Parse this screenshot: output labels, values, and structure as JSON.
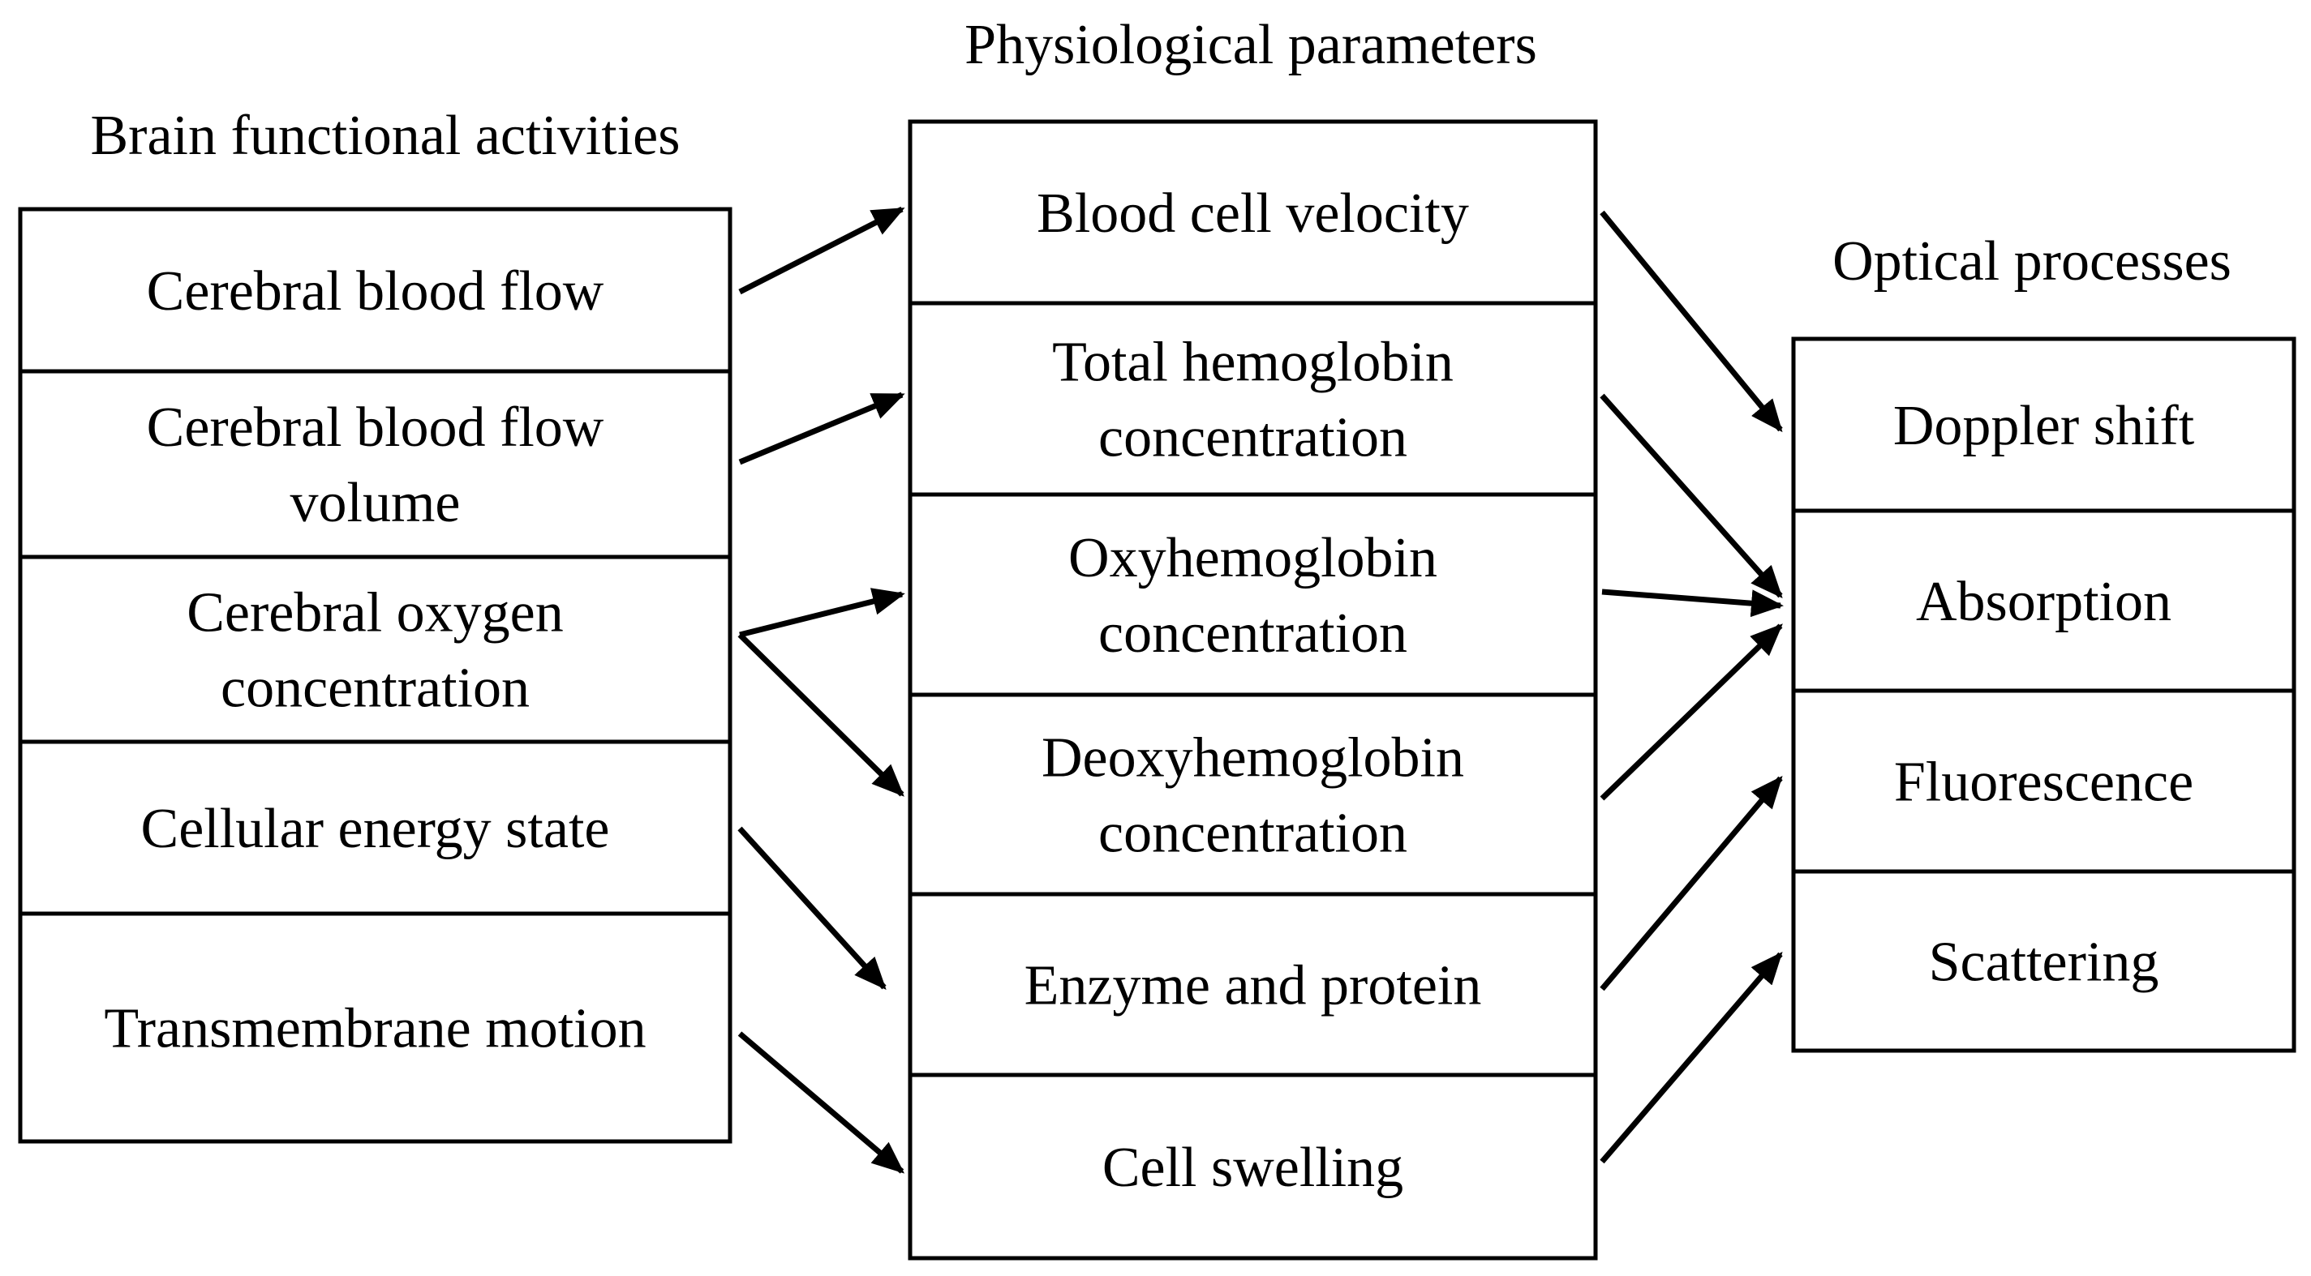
{
  "headings": {
    "left": "Brain functional activities",
    "middle": "Physiological parameters",
    "right": "Optical processes"
  },
  "brain_activities": [
    {
      "lines": [
        "Cerebral  blood  flow"
      ]
    },
    {
      "lines": [
        "Cerebral  blood  flow",
        "volume"
      ]
    },
    {
      "lines": [
        "Cerebral  oxygen",
        "concentration"
      ]
    },
    {
      "lines": [
        "Cellular energy  state"
      ]
    },
    {
      "lines": [
        "Transmembrane  motion"
      ]
    }
  ],
  "physiological_parameters": [
    {
      "lines": [
        "Blood cell velocity"
      ]
    },
    {
      "lines": [
        "Total hemoglobin",
        "concentration"
      ]
    },
    {
      "lines": [
        "Oxyhemoglobin",
        "concentration"
      ]
    },
    {
      "lines": [
        "Deoxyhemoglobin",
        "concentration"
      ]
    },
    {
      "lines": [
        "Enzyme  and protein"
      ]
    },
    {
      "lines": [
        "Cell swelling"
      ]
    }
  ],
  "optical_processes": [
    {
      "lines": [
        "Doppler shift"
      ]
    },
    {
      "lines": [
        "Absorption"
      ]
    },
    {
      "lines": [
        "Fluorescence"
      ]
    },
    {
      "lines": [
        "Scattering"
      ]
    }
  ],
  "connections": [
    {
      "from": "brain_activities.0",
      "to": "physiological_parameters.0"
    },
    {
      "from": "brain_activities.1",
      "to": "physiological_parameters.1"
    },
    {
      "from": "brain_activities.2",
      "to": "physiological_parameters.2"
    },
    {
      "from": "brain_activities.2",
      "to": "physiological_parameters.3"
    },
    {
      "from": "brain_activities.3",
      "to": "physiological_parameters.4"
    },
    {
      "from": "brain_activities.4",
      "to": "physiological_parameters.5"
    },
    {
      "from": "physiological_parameters.0",
      "to": "optical_processes.0"
    },
    {
      "from": "physiological_parameters.1",
      "to": "optical_processes.1"
    },
    {
      "from": "physiological_parameters.2",
      "to": "optical_processes.1"
    },
    {
      "from": "physiological_parameters.3",
      "to": "optical_processes.1"
    },
    {
      "from": "physiological_parameters.4",
      "to": "optical_processes.2"
    },
    {
      "from": "physiological_parameters.5",
      "to": "optical_processes.3"
    }
  ],
  "colors": {
    "line": "#000000",
    "background": "#ffffff",
    "text": "#000000"
  }
}
